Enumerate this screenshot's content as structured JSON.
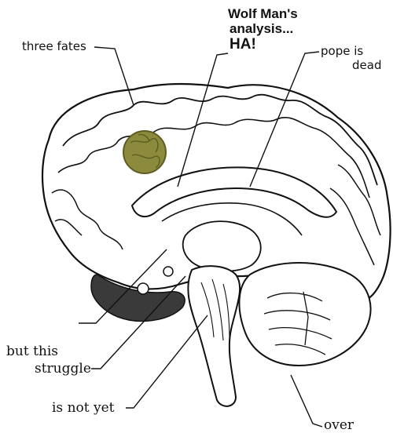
{
  "labels": {
    "three_fates": "three fates",
    "wolf_line1": "Wolf Man's",
    "wolf_line2": "analysis...",
    "wolf_line3": "HA!",
    "pope_line1": "pope is",
    "pope_line2": "dead",
    "but_line1": "but this",
    "but_line2": "struggle",
    "not_yet": "is not yet",
    "over": "over"
  },
  "colors": {
    "ink": "#111111",
    "patch": "#8c8a3c",
    "patch_dark": "#5e5d22",
    "shade": "#3a3a3a"
  },
  "icons": {
    "brain": "brain-sagittal-section-illustration",
    "patch": "moss-patch-icon"
  }
}
